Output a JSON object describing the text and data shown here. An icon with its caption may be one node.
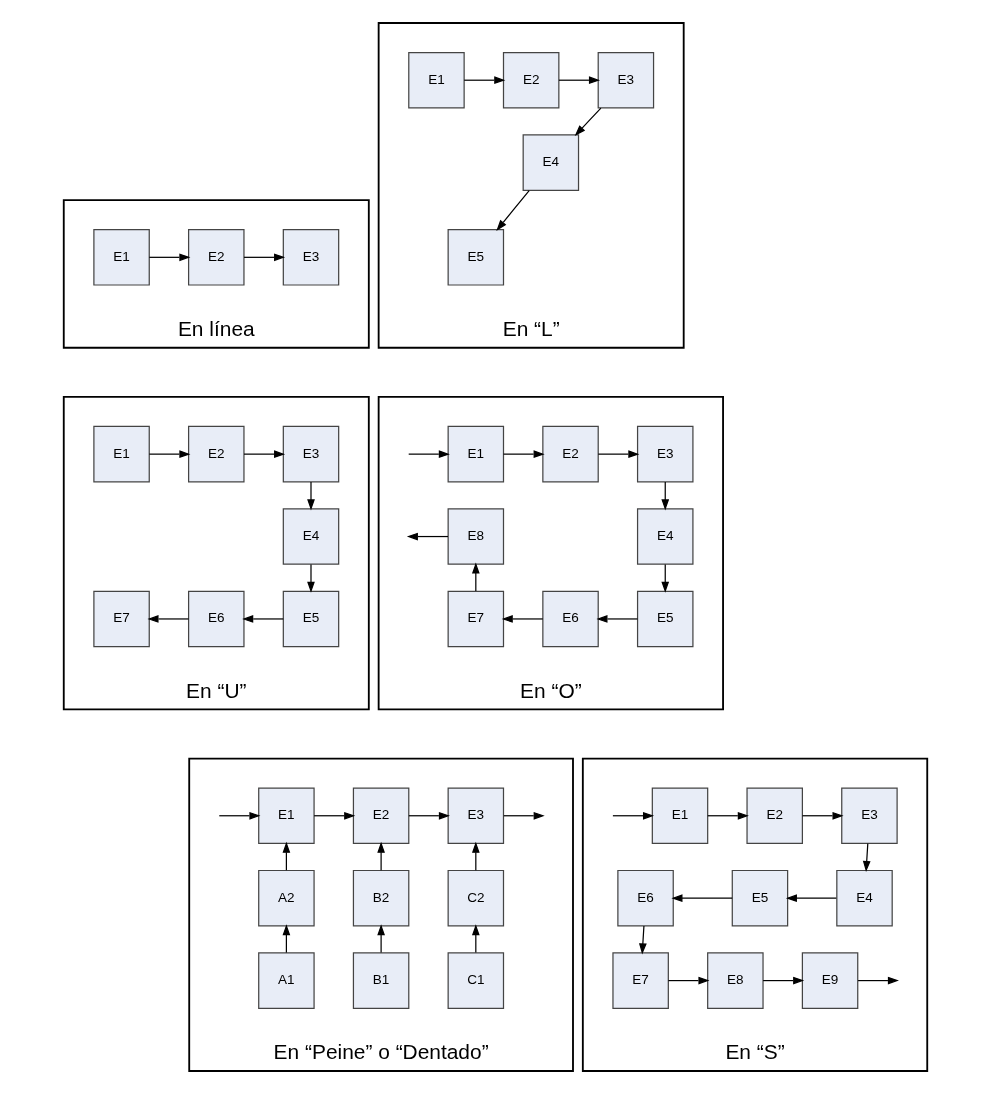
{
  "diagram": {
    "nodes": [
      {
        "text": [
          "En línea"
        ]
      },
      {
        "text": [
          "E1"
        ],
        "in": 0
      },
      {
        "text": [
          "E2"
        ],
        "in": 0
      },
      {
        "text": [
          "E3"
        ],
        "in": 0
      },
      {
        "text": [
          "En “L”"
        ]
      },
      {
        "text": [
          "E1"
        ],
        "in": 4
      },
      {
        "text": [
          "E2"
        ],
        "in": 4
      },
      {
        "text": [
          "E3"
        ],
        "in": 4
      },
      {
        "text": [
          "E4"
        ],
        "in": 4
      },
      {
        "text": [
          "E5"
        ],
        "in": 4
      },
      {
        "text": [
          "En “U”"
        ]
      },
      {
        "text": [
          "E1"
        ],
        "in": 10
      },
      {
        "text": [
          "E2"
        ],
        "in": 10
      },
      {
        "text": [
          "E3"
        ],
        "in": 10
      },
      {
        "text": [
          "E4"
        ],
        "in": 10
      },
      {
        "text": [
          "E5"
        ],
        "in": 10
      },
      {
        "text": [
          "E6"
        ],
        "in": 10
      },
      {
        "text": [
          "E7"
        ],
        "in": 10
      },
      {
        "text": [
          "En “O”"
        ]
      },
      {
        "text": [
          "E1"
        ],
        "in": 18
      },
      {
        "text": [
          "E2"
        ],
        "in": 18
      },
      {
        "text": [
          "E3"
        ],
        "in": 18
      },
      {
        "text": [
          "E4"
        ],
        "in": 18
      },
      {
        "text": [
          "E5"
        ],
        "in": 18
      },
      {
        "text": [
          "E6"
        ],
        "in": 18
      },
      {
        "text": [
          "E7"
        ],
        "in": 18
      },
      {
        "text": [
          "E8"
        ],
        "in": 18
      },
      {
        "text": [
          "En “Peine” o “Dentado”"
        ]
      },
      {
        "text": [
          "E1"
        ],
        "in": 27
      },
      {
        "text": [
          "E2"
        ],
        "in": 27
      },
      {
        "text": [
          "E3"
        ],
        "in": 27
      },
      {
        "text": [
          "A2"
        ],
        "in": 27
      },
      {
        "text": [
          "B2"
        ],
        "in": 27
      },
      {
        "text": [
          "C2"
        ],
        "in": 27
      },
      {
        "text": [
          "A1"
        ],
        "in": 27
      },
      {
        "text": [
          "B1"
        ],
        "in": 27
      },
      {
        "text": [
          "C1"
        ],
        "in": 27
      },
      {
        "text": [
          "En “S”"
        ]
      },
      {
        "text": [
          "E1"
        ],
        "in": 37
      },
      {
        "text": [
          "E2"
        ],
        "in": 37
      },
      {
        "text": [
          "E3"
        ],
        "in": 37
      },
      {
        "text": [
          "E4"
        ],
        "in": 37
      },
      {
        "text": [
          "E5"
        ],
        "in": 37
      },
      {
        "text": [
          "E6"
        ],
        "in": 37
      },
      {
        "text": [
          "E7"
        ],
        "in": 37
      },
      {
        "text": [
          "E8"
        ],
        "in": 37
      },
      {
        "text": [
          "E9"
        ],
        "in": 37
      }
    ],
    "edges": [
      {
        "from": 1,
        "to": 2,
        "arrow": "to"
      },
      {
        "from": 2,
        "to": 3,
        "arrow": "to"
      },
      {
        "from": 5,
        "to": 6,
        "arrow": "to"
      },
      {
        "from": 6,
        "to": 7,
        "arrow": "to"
      },
      {
        "from": 7,
        "to": 8,
        "arrow": "to"
      },
      {
        "from": 8,
        "to": 9,
        "arrow": "to"
      },
      {
        "from": 11,
        "to": 12,
        "arrow": "to"
      },
      {
        "from": 12,
        "to": 13,
        "arrow": "to"
      },
      {
        "from": 13,
        "to": 14,
        "arrow": "to"
      },
      {
        "from": 14,
        "to": 15,
        "arrow": "to"
      },
      {
        "from": 15,
        "to": 16,
        "arrow": "to"
      },
      {
        "from": 16,
        "to": 17,
        "arrow": "to"
      },
      {
        "from": null,
        "to": 19,
        "arrow": "to"
      },
      {
        "from": 19,
        "to": 20,
        "arrow": "to"
      },
      {
        "from": 20,
        "to": 21,
        "arrow": "to"
      },
      {
        "from": 21,
        "to": 22,
        "arrow": "to"
      },
      {
        "from": 22,
        "to": 23,
        "arrow": "to"
      },
      {
        "from": 23,
        "to": 24,
        "arrow": "to"
      },
      {
        "from": 24,
        "to": 25,
        "arrow": "to"
      },
      {
        "from": 25,
        "to": 26,
        "arrow": "to"
      },
      {
        "from": 26,
        "to": null,
        "arrow": "to"
      },
      {
        "from": null,
        "to": 28,
        "arrow": "to"
      },
      {
        "from": 28,
        "to": 29,
        "arrow": "to"
      },
      {
        "from": 29,
        "to": 30,
        "arrow": "to"
      },
      {
        "from": 30,
        "to": null,
        "arrow": "to"
      },
      {
        "from": 31,
        "to": 28,
        "arrow": "to"
      },
      {
        "from": 34,
        "to": 31,
        "arrow": "to"
      },
      {
        "from": 32,
        "to": 29,
        "arrow": "to"
      },
      {
        "from": 35,
        "to": 32,
        "arrow": "to"
      },
      {
        "from": 33,
        "to": 30,
        "arrow": "to"
      },
      {
        "from": 36,
        "to": 33,
        "arrow": "to"
      },
      {
        "from": null,
        "to": 38,
        "arrow": "to"
      },
      {
        "from": 38,
        "to": 39,
        "arrow": "to"
      },
      {
        "from": 39,
        "to": 40,
        "arrow": "to"
      },
      {
        "from": 40,
        "to": 41,
        "arrow": "to"
      },
      {
        "from": 41,
        "to": 42,
        "arrow": "to"
      },
      {
        "from": 42,
        "to": 43,
        "arrow": "to"
      },
      {
        "from": 43,
        "to": 44,
        "arrow": "to"
      },
      {
        "from": 44,
        "to": 45,
        "arrow": "to"
      },
      {
        "from": 45,
        "to": 46,
        "arrow": "to"
      },
      {
        "from": 46,
        "to": null,
        "arrow": "to"
      }
    ]
  }
}
